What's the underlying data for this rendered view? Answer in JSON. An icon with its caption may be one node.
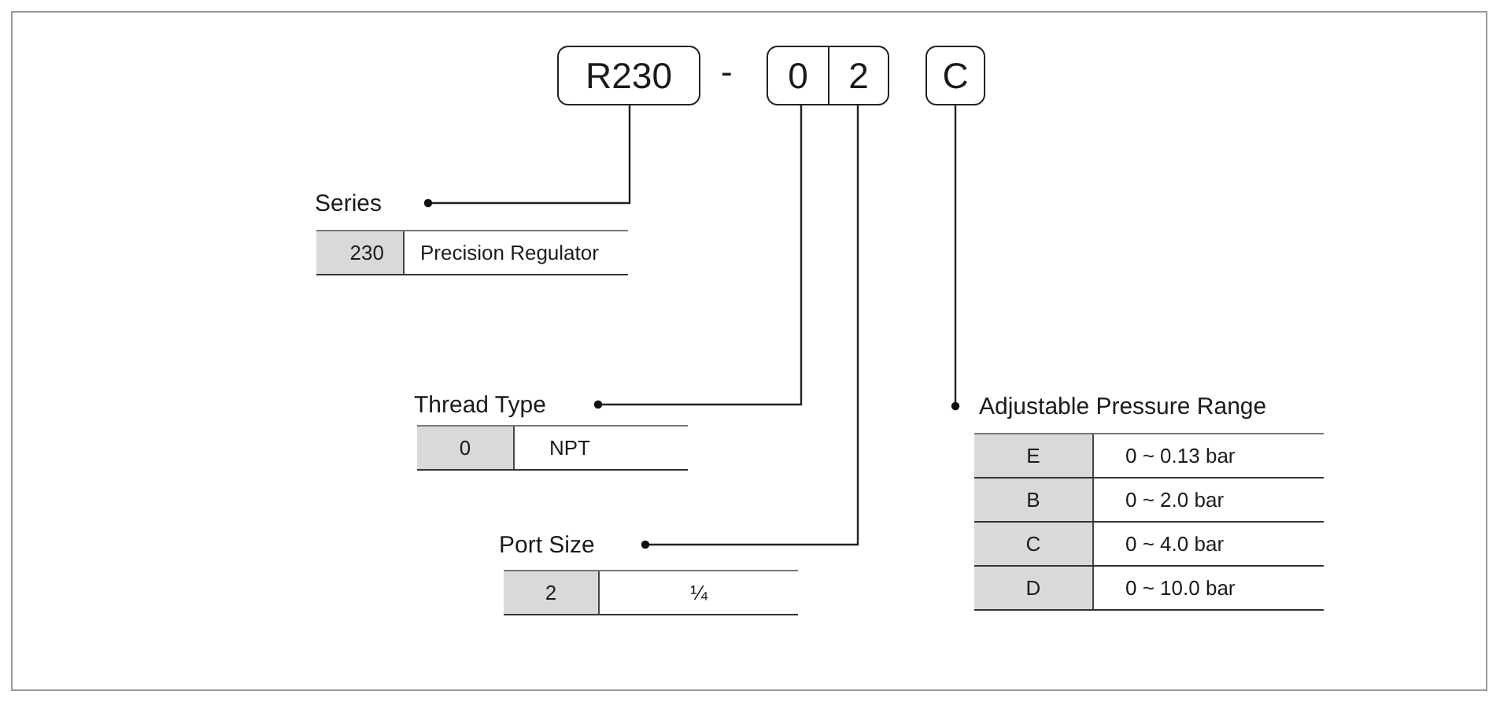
{
  "diagram": {
    "nodes": [
      {
        "text": [
          "R230"
        ]
      },
      {
        "text": [
          "0"
        ]
      },
      {
        "text": [
          "2"
        ]
      },
      {
        "text": [
          "C"
        ]
      },
      {
        "text": [
          "Series"
        ]
      },
      {
        "text": [
          "Thread Type"
        ]
      },
      {
        "text": [
          "Port Size"
        ]
      },
      {
        "text": [
          "Adjustable Pressure Range"
        ]
      }
    ],
    "edges": [
      {
        "from": 0,
        "to": 4,
        "arrow": "other"
      },
      {
        "from": 1,
        "to": 5,
        "arrow": "other"
      },
      {
        "from": 2,
        "to": 6,
        "arrow": "other"
      },
      {
        "from": 3,
        "to": 7,
        "arrow": "other"
      }
    ],
    "labels": [
      "-",
      "230",
      "Precision Regulator",
      "0",
      "NPT",
      "2",
      "¼",
      "E",
      "0 ~ 0.13 bar",
      "B",
      "0 ~ 2.0 bar",
      "C",
      "0 ~ 4.0 bar",
      "D",
      "0 ~ 10.0 bar"
    ]
  }
}
